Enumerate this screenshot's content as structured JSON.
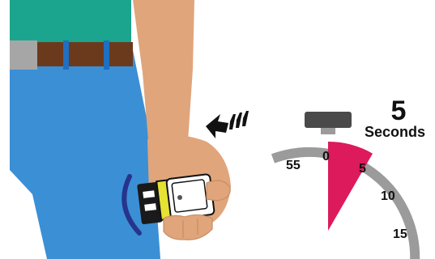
{
  "timer": {
    "value": "5",
    "unit": "Seconds",
    "elapsed_seconds": 5,
    "tick_labels": [
      "55",
      "0",
      "5",
      "10",
      "15"
    ]
  },
  "colors": {
    "skin": "#E0A57B",
    "jeans": "#3B8FD5",
    "shirt": "#1BA58E",
    "belt": "#6B3A1C",
    "belt_loop": "#1F6FC2",
    "buckle": "#A6A6A6",
    "motion_arc": "#27348B",
    "dial_ring": "#9B9B9B",
    "elapsed_wedge": "#DC1A5C",
    "card_yellow": "#E6E234",
    "card_dark": "#1A1A1A"
  },
  "icons": [
    "hand-with-reader-icon",
    "motion-arrow-icon",
    "stopwatch-icon"
  ]
}
